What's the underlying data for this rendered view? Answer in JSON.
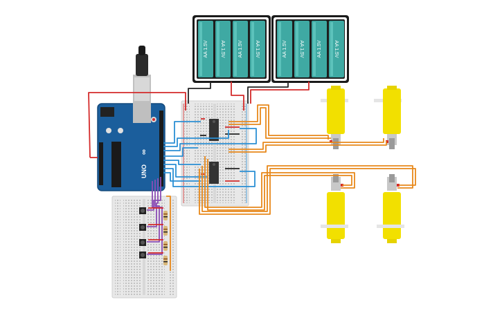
{
  "canvas": {
    "background": "#ffffff"
  },
  "battery_packs": [
    {
      "cells": [
        "AA 1.5V",
        "AA 1.5V",
        "AA 1.5V",
        "AA 1.5V"
      ]
    },
    {
      "cells": [
        "AA 1.5V",
        "AA 1.5V",
        "AA 1.5V",
        "AA 1.5V"
      ]
    }
  ],
  "arduino": {
    "brand": "UNO",
    "logo": "∞",
    "color": "#1b5e9c"
  },
  "motors": {
    "count": 4,
    "color": "#f2e000"
  },
  "pushbuttons": {
    "count": 4
  },
  "resistors": {
    "count": 4
  },
  "h_bridges": {
    "count": 2
  },
  "colors": {
    "wire_red": "#d42a2a",
    "wire_black": "#222222",
    "wire_orange": "#e8881a",
    "wire_blue": "#2a8fd4",
    "wire_purple": "#8a4cb4",
    "battery_cell": "#3fa9a3",
    "breadboard": "#e8e8e8"
  }
}
